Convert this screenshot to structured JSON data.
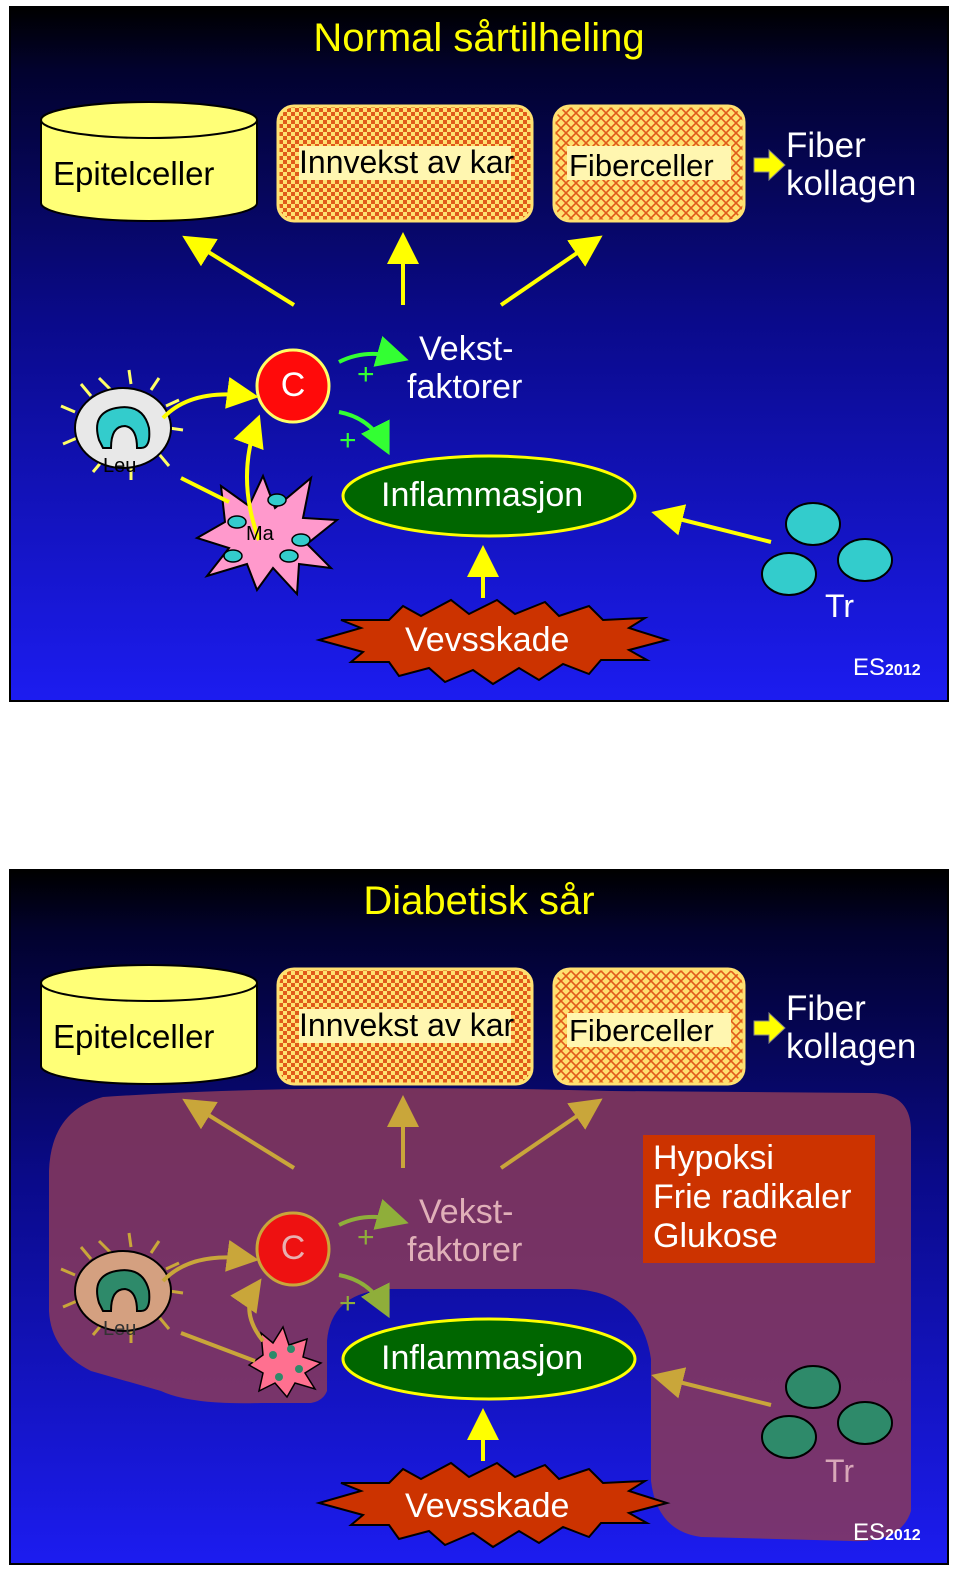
{
  "colors": {
    "title": "#ffff00",
    "arrow_yellow": "#ffff00",
    "arrow_green": "#33ff33",
    "cylinder_fill": "#ffff77",
    "inflammation_fill": "#006600",
    "injury_fill": "#cc3300",
    "overlay": "#8a3a5a",
    "info_box": "#cc3300"
  },
  "slide1": {
    "title": "Normal sårtilheling",
    "epithel": "Epitelceller",
    "vessel": "Innvekst av kar",
    "fiber_cells": "Fiberceller",
    "output_line1": "Fiber",
    "output_line2": "kollagen",
    "c": "C",
    "growth_line1": "Vekst-",
    "growth_line2": "faktorer",
    "plus1": "+",
    "plus2": "+",
    "leu": "Leu",
    "ma": "Ma",
    "inflammation": "Inflammasjon",
    "tissue_damage": "Vevsskade",
    "tr": "Tr",
    "sign": "ES",
    "year": "2012"
  },
  "slide2": {
    "title": "Diabetisk sår",
    "epithel": "Epitelceller",
    "vessel": "Innvekst av kar",
    "fiber_cells": "Fiberceller",
    "output_line1": "Fiber",
    "output_line2": "kollagen",
    "c": "C",
    "growth_line1": "Vekst-",
    "growth_line2": "faktorer",
    "plus1": "+",
    "plus2": "+",
    "leu": "Leu",
    "inflammation": "Inflammasjon",
    "tissue_damage": "Vevsskade",
    "tr": "Tr",
    "info_line1": "Hypoksi",
    "info_line2": "Frie radikaler",
    "info_line3": "Glukose",
    "sign": "ES",
    "year": "2012"
  }
}
